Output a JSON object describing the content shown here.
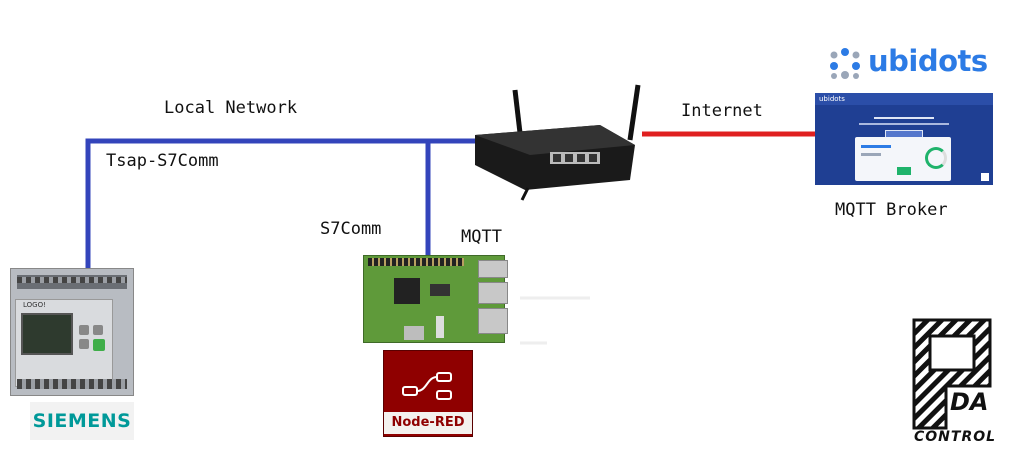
{
  "labels": {
    "local_network": "Local Network",
    "internet": "Internet",
    "tsap": "Tsap-S7Comm",
    "s7comm": "S7Comm",
    "mqtt": "MQTT",
    "mqtt_broker": "MQTT Broker"
  },
  "logos": {
    "ubidots": "ubidots",
    "siemens": "SIEMENS",
    "nodered": "Node-RED",
    "pda_letters": "DA",
    "pda_control": "CONTROL"
  },
  "devices": {
    "plc": "LOGO!",
    "broker_page": "ubidots"
  },
  "colors": {
    "local_link": "#3344bb",
    "internet_link": "#e02020",
    "ubidots_accent": "#2c7be5",
    "siemens_teal": "#009999",
    "nodered_red": "#8f0000"
  }
}
